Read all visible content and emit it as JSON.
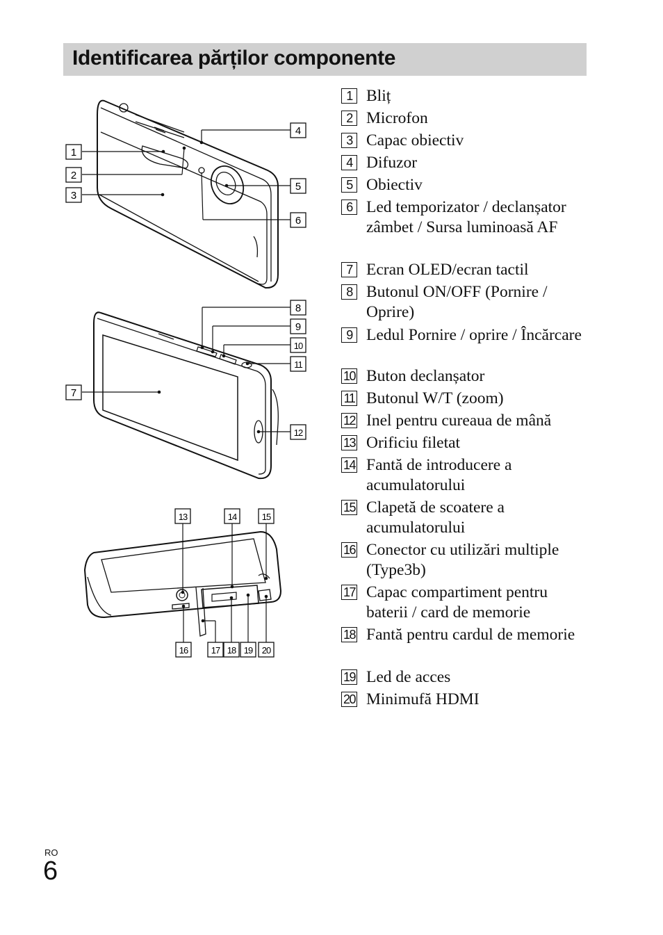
{
  "title": "Identificarea părților componente",
  "parts": [
    {
      "num": "1",
      "label": "Bliț"
    },
    {
      "num": "2",
      "label": "Microfon"
    },
    {
      "num": "3",
      "label": "Capac obiectiv"
    },
    {
      "num": "4",
      "label": "Difuzor"
    },
    {
      "num": "5",
      "label": "Obiectiv"
    },
    {
      "num": "6",
      "label": "Led temporizator / declanșator zâmbet / Sursa luminoasă AF"
    },
    {
      "num": "7",
      "label": "Ecran OLED/ecran tactil"
    },
    {
      "num": "8",
      "label": "Butonul ON/OFF (Pornire / Oprire)"
    },
    {
      "num": "9",
      "label": "Ledul Pornire / oprire / Încărcare"
    },
    {
      "num": "10",
      "label": "Buton declanșator"
    },
    {
      "num": "11",
      "label": "Butonul W/T (zoom)"
    },
    {
      "num": "12",
      "label": "Inel pentru cureaua de mână"
    },
    {
      "num": "13",
      "label": "Orificiu filetat"
    },
    {
      "num": "14",
      "label": "Fantă de introducere a acumulatorului"
    },
    {
      "num": "15",
      "label": "Clapetă de scoatere a acumulatorului"
    },
    {
      "num": "16",
      "label": "Conector cu utilizări multiple (Type3b)"
    },
    {
      "num": "17",
      "label": "Capac compartiment pentru baterii / card de memorie"
    },
    {
      "num": "18",
      "label": "Fantă pentru cardul de memorie"
    },
    {
      "num": "19",
      "label": "Led de acces"
    },
    {
      "num": "20",
      "label": "Minimufă HDMI"
    }
  ],
  "diagram_labels": {
    "front": [
      "1",
      "2",
      "3",
      "4",
      "5",
      "6"
    ],
    "back": [
      "7",
      "8",
      "9",
      "10",
      "11",
      "12"
    ],
    "bottom": [
      "13",
      "14",
      "15",
      "16",
      "17",
      "18",
      "19",
      "20"
    ]
  },
  "footer": {
    "lang": "RO",
    "page": "6"
  }
}
